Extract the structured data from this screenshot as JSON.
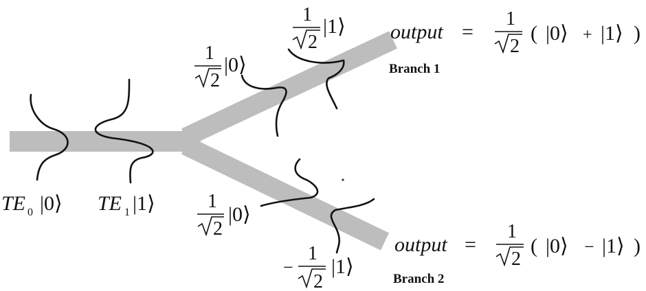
{
  "labels": {
    "one": "1",
    "sqrt_two": "2",
    "minus": "−",
    "ket0": "|0⟩",
    "ket1": "|1⟩",
    "te": "TE",
    "te_sub0": "0",
    "te_sub1": "1",
    "output": "output",
    "equals": "=",
    "open_paren": "(",
    "close_paren": ")",
    "plus": "+",
    "branch1": "Branch 1",
    "branch2": "Branch 2"
  },
  "colors": {
    "waveguide": "#bdbdbd",
    "ink": "#111111"
  }
}
